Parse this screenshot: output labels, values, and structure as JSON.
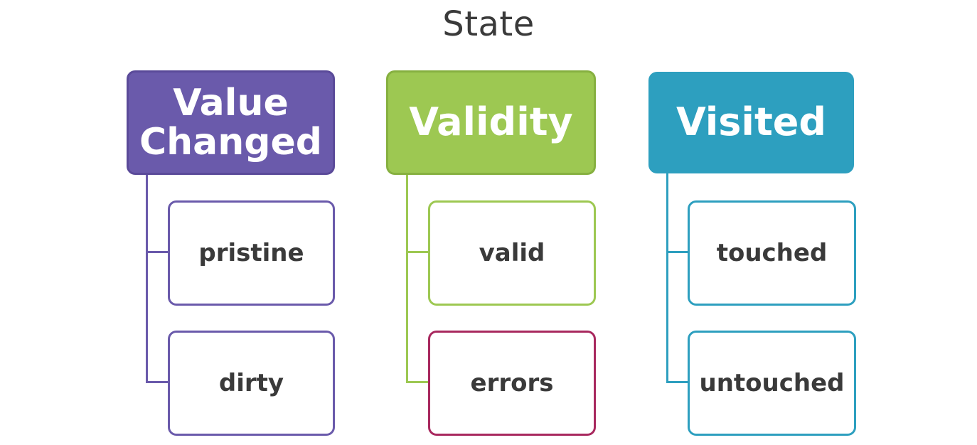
{
  "title": "State",
  "groups": [
    {
      "header_lines": [
        "Value",
        "Changed"
      ],
      "color": "#6a5aab",
      "items": [
        {
          "label": "pristine",
          "border_color": "#6a5aab"
        },
        {
          "label": "dirty",
          "border_color": "#6a5aab"
        }
      ]
    },
    {
      "header_lines": [
        "Validity"
      ],
      "color": "#9dc852",
      "items": [
        {
          "label": "valid",
          "border_color": "#9dc852"
        },
        {
          "label": "errors",
          "border_color": "#a8285e"
        }
      ]
    },
    {
      "header_lines": [
        "Visited"
      ],
      "color": "#2d9fbf",
      "items": [
        {
          "label": "touched",
          "border_color": "#2d9fbf"
        },
        {
          "label": "untouched",
          "border_color": "#2d9fbf"
        }
      ]
    }
  ]
}
